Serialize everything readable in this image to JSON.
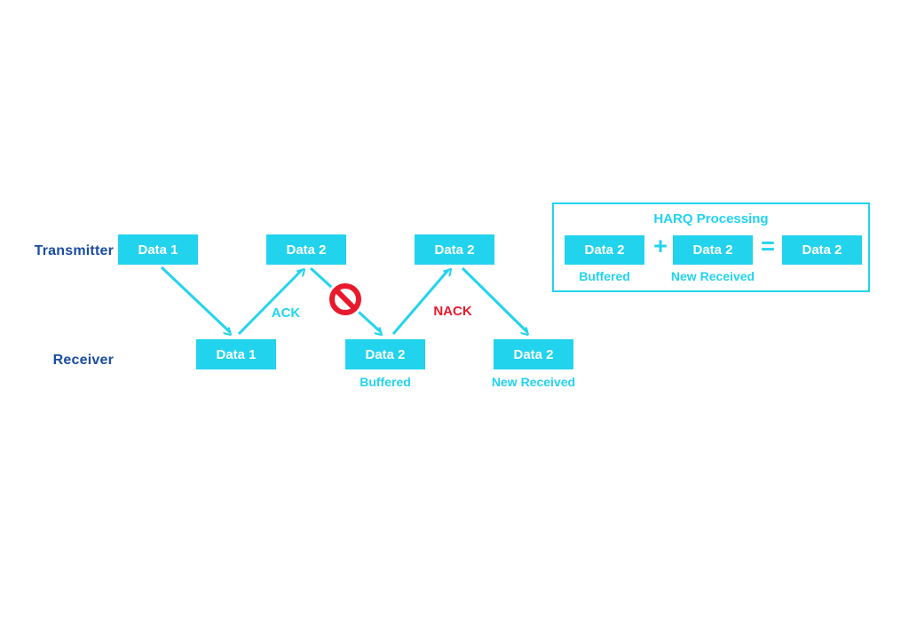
{
  "colors": {
    "cyan": "#22d3ee",
    "blue": "#1a4ca3",
    "red": "#e8192c",
    "box_text": "#ffffff",
    "background": "#ffffff"
  },
  "timeline": {
    "transmitter_label": "Transmitter",
    "receiver_label": "Receiver",
    "transmitter_boxes": [
      {
        "label": "Data 1"
      },
      {
        "label": "Data 2"
      },
      {
        "label": "Data 2"
      }
    ],
    "receiver_boxes": [
      {
        "label": "Data 1",
        "sublabel": ""
      },
      {
        "label": "Data 2",
        "sublabel": "Buffered"
      },
      {
        "label": "Data 2",
        "sublabel": "New Received"
      }
    ],
    "ack_label": "ACK",
    "nack_label": "NACK",
    "blocked_icon": "no-entry-sign"
  },
  "harq_panel": {
    "title": "HARQ Processing",
    "operand_boxes": [
      {
        "label": "Data 2",
        "sublabel": "Buffered"
      },
      {
        "label": "Data 2",
        "sublabel": "New Received"
      },
      {
        "label": "Data 2",
        "sublabel": ""
      }
    ],
    "plus_sign": "+",
    "equals_sign": "="
  }
}
